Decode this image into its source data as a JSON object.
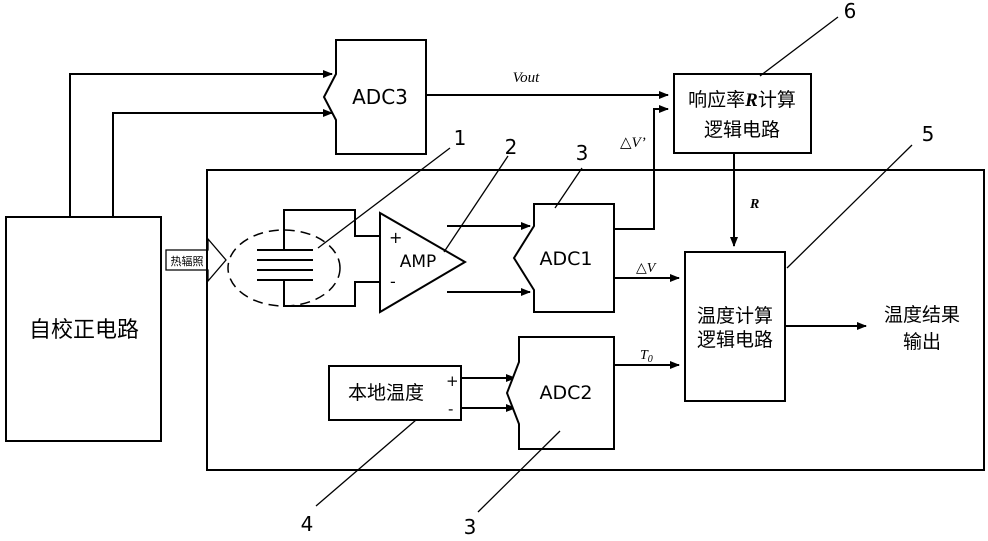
{
  "blocks": {
    "self_calibration": "自校正电路",
    "adc3": "ADC3",
    "adc1": "ADC1",
    "adc2": "ADC2",
    "amp": "AMP",
    "local_temp": "本地温度",
    "response_rate_line1": "响应率",
    "response_rate_R": "R",
    "response_rate_line1_tail": "计算",
    "response_rate_line2": "逻辑电路",
    "temp_calc_line1": "温度计算",
    "temp_calc_line2": "逻辑电路"
  },
  "signals": {
    "vout": "Vout",
    "delta_v_prime": "△V’",
    "delta_v": "△V",
    "r": "R",
    "t0": "T",
    "t0_sub": "0",
    "heat_radiation": "热辐照"
  },
  "output": {
    "line1": "温度结果",
    "line2": "输出"
  },
  "signs": {
    "plus": "+",
    "minus": "-"
  },
  "callouts": [
    "1",
    "2",
    "3",
    "5",
    "6",
    "4",
    "3"
  ]
}
